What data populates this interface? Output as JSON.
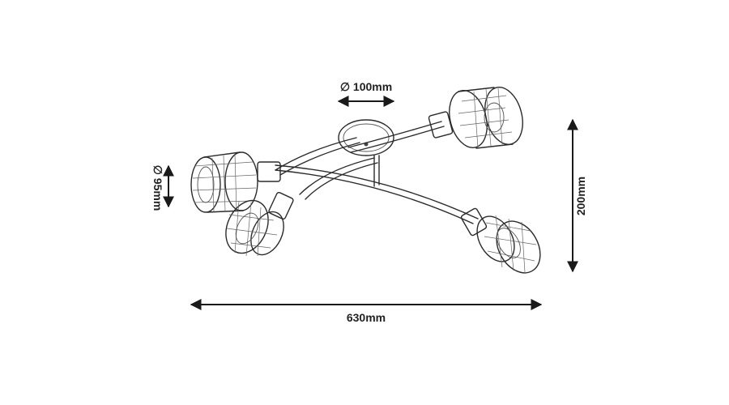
{
  "dimensions": {
    "canopy_diameter": "∅ 100mm",
    "shade_diameter": "∅ 95mm",
    "height": "200mm",
    "width": "630mm"
  }
}
